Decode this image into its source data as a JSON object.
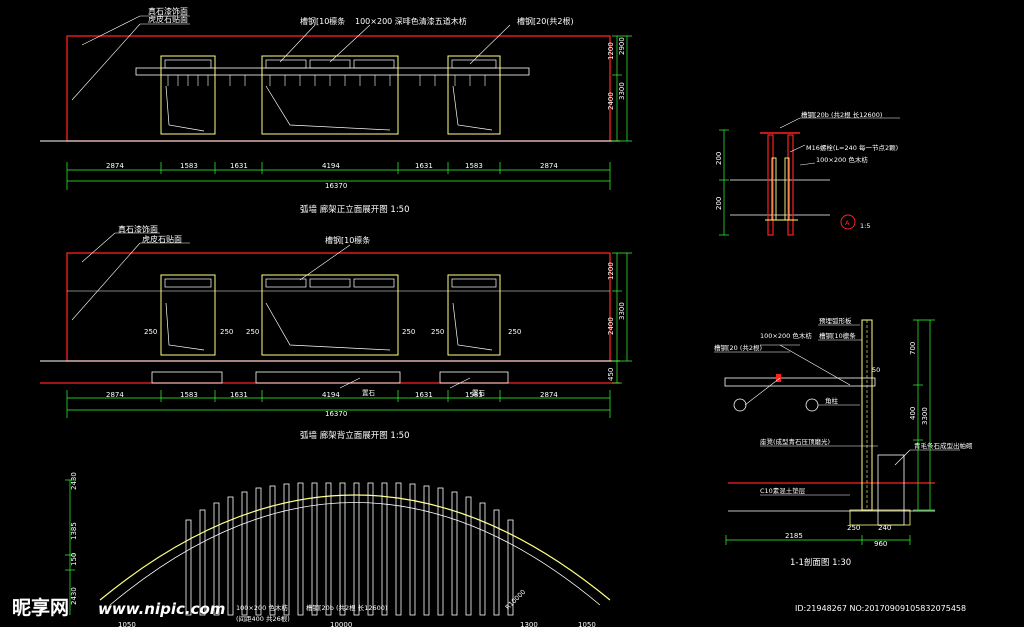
{
  "drawing": {
    "front_view": {
      "title": "弧墙 廊架正立面展开图 1:50",
      "labels": [
        "真石漆饰面",
        "虎皮石贴面",
        "槽钢[10檩条",
        "100×200 深啡色清漆五道木枋",
        "槽钢[20(共2根)"
      ],
      "dims_bottom": [
        "2874",
        "1583",
        "1631",
        "4194",
        "1631",
        "1583",
        "2874"
      ],
      "dim_total": "16370",
      "dims_right": [
        "1200",
        "2400",
        "3300",
        "2900"
      ]
    },
    "back_view": {
      "title": "弧墙 廊架背立面展开图 1:50",
      "labels": [
        "真石漆饰面",
        "虎皮石贴面",
        "槽钢[10檩条",
        "置石"
      ],
      "dims_bottom": [
        "2874",
        "1583",
        "1631",
        "4194",
        "1631",
        "1583",
        "2874"
      ],
      "dim_total": "16370",
      "dims_right": [
        "1200",
        "2400",
        "3300",
        "450"
      ],
      "dim_250": "250"
    },
    "detail_a": {
      "labels": [
        "槽钢[20b (共2根 长12600)",
        "M16螺栓(L=240 每一节点2颗)",
        "100×200 色木枋"
      ],
      "dims_left": [
        "200",
        "200"
      ],
      "marker": "A",
      "scale": "1:5"
    },
    "section": {
      "labels": [
        "预埋弧形板",
        "100×200 色木枋",
        "槽钢[10檩条",
        "槽钢[20 (共2根)",
        "50",
        "角柱",
        "座凳(成型青石压顶磨光)",
        "青毛条石成型出帕砌",
        "C10素混土垫层"
      ],
      "dims_right": [
        "700",
        "400",
        "3300"
      ],
      "dims_bottom": [
        "2185",
        "960"
      ],
      "dim_small": [
        "250",
        "240"
      ],
      "title": "1-1剖面图 1:30"
    },
    "plan": {
      "labels": [
        "100×200 色木枋",
        "槽钢[20b (共2根 长12600)",
        "(间距400 共26根)"
      ],
      "dims_left": [
        "1385",
        "150",
        "2430"
      ],
      "dims_bottom": [
        "1050",
        "10000",
        "1300",
        "1050"
      ],
      "radius_label": "R10000"
    },
    "watermark": {
      "logo": "昵享网",
      "url": "www.nipic.com",
      "id": "ID:21948267 NO:20170909105832075458"
    }
  },
  "colors": {
    "background": "#000000",
    "wall_outline": "#ff2020",
    "yellow": "#ffff80",
    "white": "#ffffff",
    "dim_green": "#33ff33"
  }
}
